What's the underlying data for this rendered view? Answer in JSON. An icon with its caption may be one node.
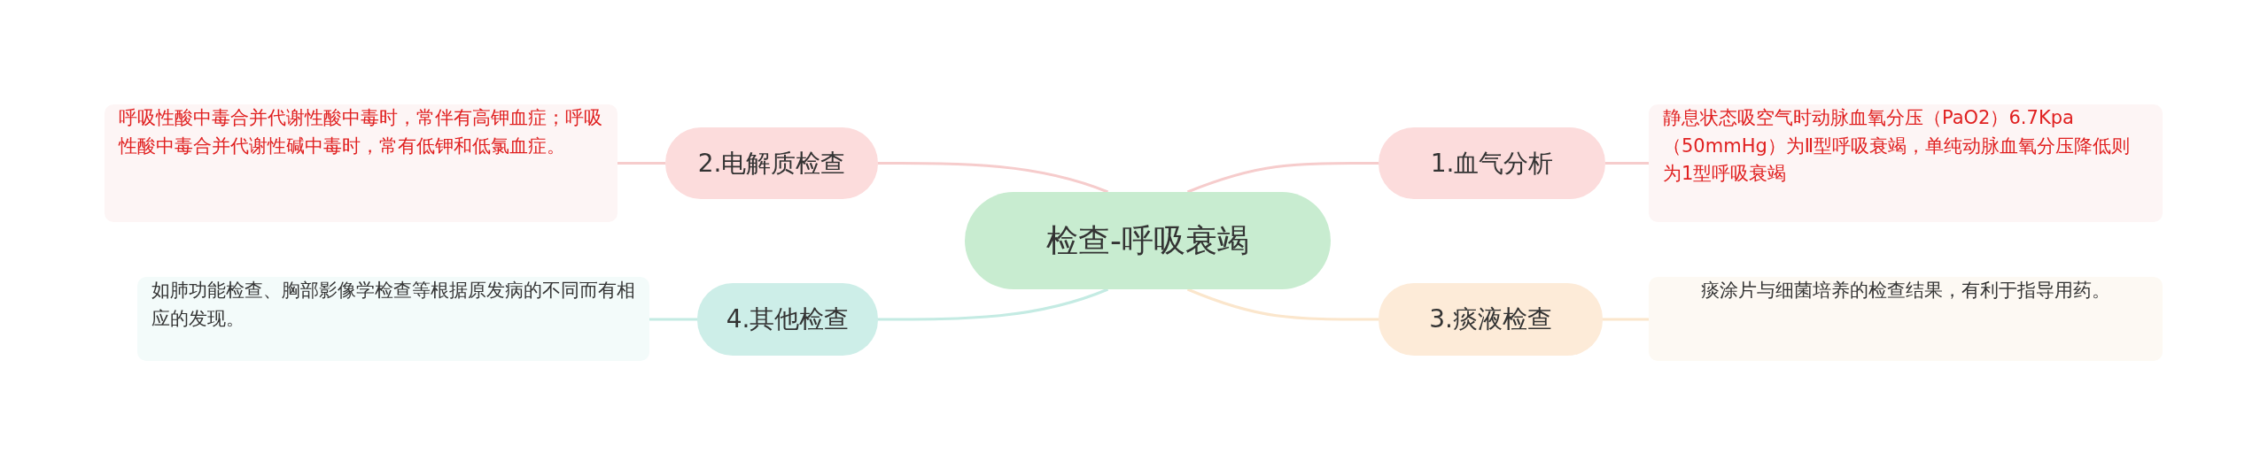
{
  "diagram": {
    "nodes": [
      {
        "text": [
          "检查-呼吸衰竭"
        ]
      },
      {
        "text": [
          "1.血气分析"
        ]
      },
      {
        "text": [
          "静息状态吸空气时动脉血氧分压（PaO2）6.7Kpa（50mmHg）为Ⅱ型呼吸衰竭，单纯动脉血氧分压降低则为1型呼吸衰竭"
        ]
      },
      {
        "text": [
          "2.电解质检查"
        ]
      },
      {
        "text": [
          "呼吸性酸中毒合并代谢性酸中毒时，常伴有高钾血症；呼吸性酸中毒合并代谢性碱中毒时，常有低钾和低氯血症。"
        ]
      },
      {
        "text": [
          "3.痰液检查"
        ]
      },
      {
        "text": [
          "痰涂片与细菌培养的检查结果，有利于指导用药。"
        ]
      },
      {
        "text": [
          "4.其他检查"
        ]
      },
      {
        "text": [
          "如肺功能检查、胸部影像学检查等根据原发病的不同而有相应的发现。"
        ]
      }
    ],
    "edges": [
      {
        "from": 0,
        "to": 1,
        "arrow": "none"
      },
      {
        "from": 1,
        "to": 2,
        "arrow": "none"
      },
      {
        "from": 0,
        "to": 3,
        "arrow": "none"
      },
      {
        "from": 3,
        "to": 4,
        "arrow": "none"
      },
      {
        "from": 0,
        "to": 5,
        "arrow": "none",
        "color": "#fbe6cc"
      },
      {
        "from": 5,
        "to": 6,
        "arrow": "none",
        "color": "#fbe6cc"
      },
      {
        "from": 0,
        "to": 7,
        "arrow": "none",
        "color": "#c4ebe3"
      },
      {
        "from": 7,
        "to": 8,
        "arrow": "none",
        "color": "#c4ebe3"
      }
    ]
  }
}
